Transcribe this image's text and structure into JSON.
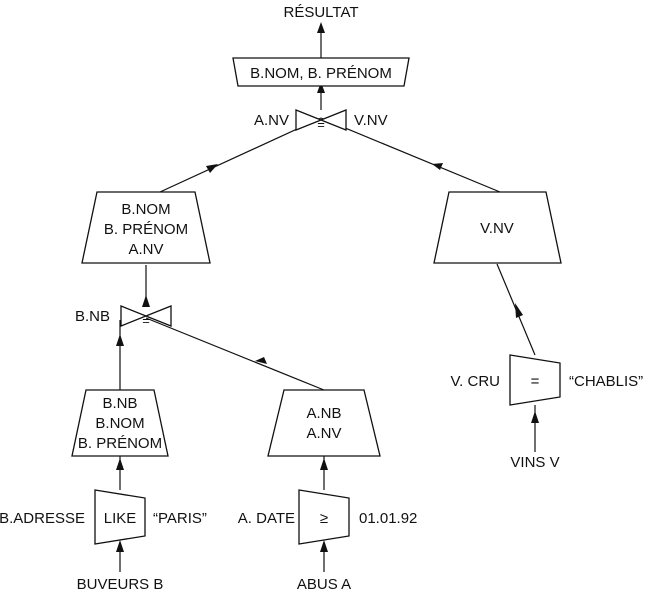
{
  "result": "RÉSULTAT",
  "top_projection": "B.NOM, B. PRÉNOM",
  "join_top": {
    "symbol": "=",
    "left": "A.NV",
    "right": "V.NV"
  },
  "proj_b_left": [
    "B.NOM",
    "B. PRÉNOM",
    "A.NV"
  ],
  "proj_v": "V.NV",
  "join_mid": {
    "symbol": "=",
    "left": "B.NB"
  },
  "proj_b_bottom": [
    "B.NB",
    "B.NOM",
    "B. PRÉNOM"
  ],
  "proj_a": [
    "A.NB",
    "A.NV"
  ],
  "sel_cru": {
    "attr": "V. CRU",
    "op": "=",
    "value": "“CHABLIS”"
  },
  "table_vins": "VINS V",
  "sel_adresse": {
    "attr": "B.ADRESSE",
    "op": "LIKE",
    "value": "“PARIS”"
  },
  "sel_date": {
    "attr": "A. DATE",
    "op": "≥",
    "value": "01.01.92"
  },
  "table_buveurs": "BUVEURS B",
  "table_abus": "ABUS A"
}
